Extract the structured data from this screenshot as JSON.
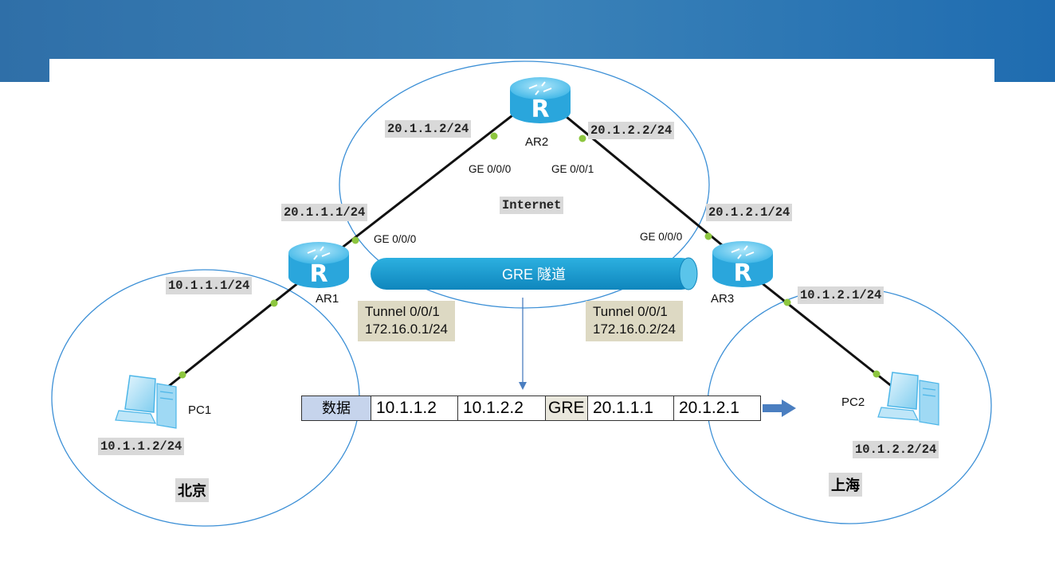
{
  "routers": [
    {
      "name": "AR2",
      "glyph": "R"
    },
    {
      "name": "AR1",
      "glyph": "R"
    },
    {
      "name": "AR3",
      "glyph": "R"
    }
  ],
  "pcs": [
    {
      "name": "PC1"
    },
    {
      "name": "PC2"
    }
  ],
  "ip_labels": {
    "ar2_ge000": "20.1.1.2/24",
    "ar2_ge001": "20.1.2.2/24",
    "ar1_ge000": "20.1.1.1/24",
    "ar3_ge000": "20.1.2.1/24",
    "ar1_lan": "10.1.1.1/24",
    "ar3_lan": "10.1.2.1/24",
    "pc1": "10.1.1.2/24",
    "pc2": "10.1.2.2/24"
  },
  "ports": {
    "ar2_left": "GE 0/0/0",
    "ar2_right": "GE 0/0/1",
    "ar1": "GE 0/0/0",
    "ar3": "GE 0/0/0"
  },
  "internet_label": "Internet",
  "cities": {
    "left": "北京",
    "right": "上海"
  },
  "tunnel": {
    "label": "GRE 隧道"
  },
  "tunnel_ifaces": {
    "left": {
      "name": "Tunnel 0/0/1",
      "ip": "172.16.0.1/24"
    },
    "right": {
      "name": "Tunnel 0/0/1",
      "ip": "172.16.0.2/24"
    }
  },
  "packet": [
    "数据",
    "10.1.1.2",
    "10.1.2.2",
    "GRE",
    "20.1.1.1",
    "20.1.2.1"
  ],
  "colors": {
    "banner": "#2f6fa8",
    "ellipse": "#3b8fd6",
    "link": "#111111",
    "port_dot": "#8dc63f",
    "tunnel": "#1b9fd2",
    "router": "#5ec8ef",
    "arrow": "#4a7ec0"
  }
}
